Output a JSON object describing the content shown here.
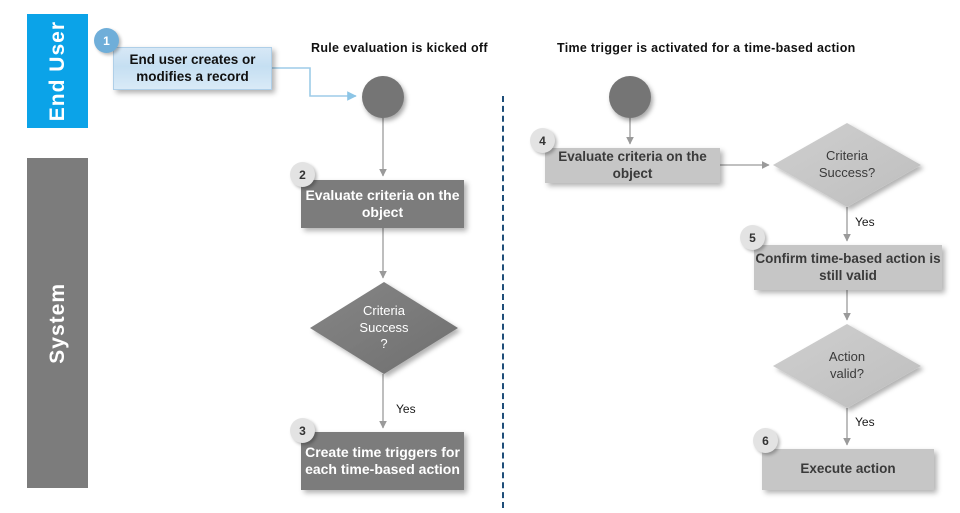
{
  "lanes": [
    {
      "id": "end-user",
      "label": "End User",
      "color": "#0BA3E8"
    },
    {
      "id": "system",
      "label": "System",
      "color": "#7C7C7C"
    }
  ],
  "headings": {
    "left": "Rule evaluation is kicked off",
    "right": "Time trigger is activated for a time-based action"
  },
  "divider": {
    "style": "dashed",
    "color": "#1F4E79"
  },
  "start_nodes": [
    {
      "id": "start-left",
      "label": "",
      "color": "#757575"
    },
    {
      "id": "start-right",
      "label": "",
      "color": "#757575"
    }
  ],
  "steps": [
    {
      "number": "1",
      "text": "End user creates or modifies a record",
      "lane": "end-user",
      "style": "blue"
    },
    {
      "number": "2",
      "text": "Evaluate criteria on the object",
      "lane": "system",
      "style": "dark"
    },
    {
      "number": "3",
      "text": "Create time triggers for each time-based action",
      "lane": "system",
      "style": "dark"
    },
    {
      "number": "4",
      "text": "Evaluate criteria on the object",
      "lane": "system",
      "style": "light"
    },
    {
      "number": "5",
      "text": "Confirm time-based action is still valid",
      "lane": "system",
      "style": "light"
    },
    {
      "number": "6",
      "text": "Execute action",
      "lane": "system",
      "style": "light"
    }
  ],
  "decisions": [
    {
      "id": "criteria-success-left",
      "text": "Criteria\nSuccess\n?",
      "style": "dark"
    },
    {
      "id": "criteria-success-right",
      "text": "Criteria\nSuccess?",
      "style": "light"
    },
    {
      "id": "action-valid",
      "text": "Action\nvalid?",
      "style": "light"
    }
  ],
  "edge_labels": {
    "left_yes": "Yes",
    "right_criteria_yes": "Yes",
    "right_action_yes": "Yes"
  },
  "colors": {
    "lane_end_user": "#0BA3E8",
    "lane_system": "#7C7C7C",
    "dark_shape": "#7C7C7C",
    "light_shape": "#C6C6C6",
    "blue_shape": "#C5DFF2",
    "blue_arrow": "#9DCCE8",
    "gray_arrow": "#9A9A9A",
    "divider": "#1F4E79"
  }
}
